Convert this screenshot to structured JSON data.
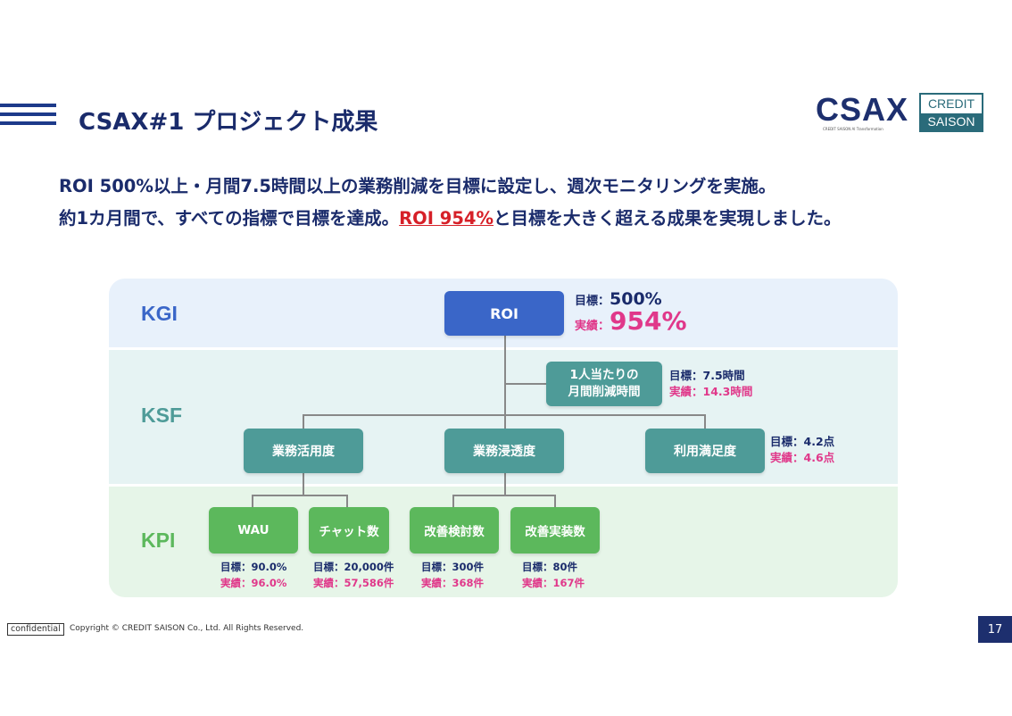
{
  "header": {
    "title": "CSAX#1 プロジェクト成果",
    "logo_csax": "CSAX",
    "logo_csax_sub": "CREDIT SAISON AI Transformation",
    "logo_credit_top": "CREDIT",
    "logo_credit_bottom": "SAISON"
  },
  "lead": {
    "line1": "ROI 500%以上・月間7.5時間以上の業務削減を目標に設定し、週次モニタリングを実施。",
    "line2_before": "約1カ月間で、すべての指標で目標を達成。",
    "line2_highlight": "ROI 954%",
    "line2_after": "と目標を大きく超える成果を実現しました。"
  },
  "diagram": {
    "bands": {
      "kgi": "KGI",
      "ksf": "KSF",
      "kpi": "KPI"
    },
    "kgi": {
      "label": "ROI",
      "target_label": "目標：",
      "target_value": "500%",
      "actual_label": "実績：",
      "actual_value": "954%"
    },
    "ksf_top": {
      "line1": "1人当たりの",
      "line2": "月間削減時間",
      "target": "目標：7.5時間",
      "actual": "実績：14.3時間"
    },
    "ksf_items": [
      {
        "label": "業務活用度"
      },
      {
        "label": "業務浸透度"
      },
      {
        "label": "利用満足度",
        "target": "目標：4.2点",
        "actual": "実績：4.6点"
      }
    ],
    "kpi_items": [
      {
        "label": "WAU",
        "target": "目標：90.0%",
        "actual": "実績：96.0%"
      },
      {
        "label": "チャット数",
        "target": "目標：20,000件",
        "actual": "実績：57,586件"
      },
      {
        "label": "改善検討数",
        "target": "目標：300件",
        "actual": "実績：368件"
      },
      {
        "label": "改善実装数",
        "target": "目標：80件",
        "actual": "実績：167件"
      }
    ]
  },
  "footer": {
    "confidential": "confidential",
    "copyright": "Copyright © CREDIT SAISON Co., Ltd. All Rights Reserved.",
    "page": "17"
  },
  "colors": {
    "navy": "#1a2b6b",
    "kgi_blue": "#3a66c8",
    "ksf_teal": "#4e9b98",
    "kpi_green": "#5cb85c",
    "actual_pink": "#e0388a",
    "highlight_red": "#d62028"
  }
}
